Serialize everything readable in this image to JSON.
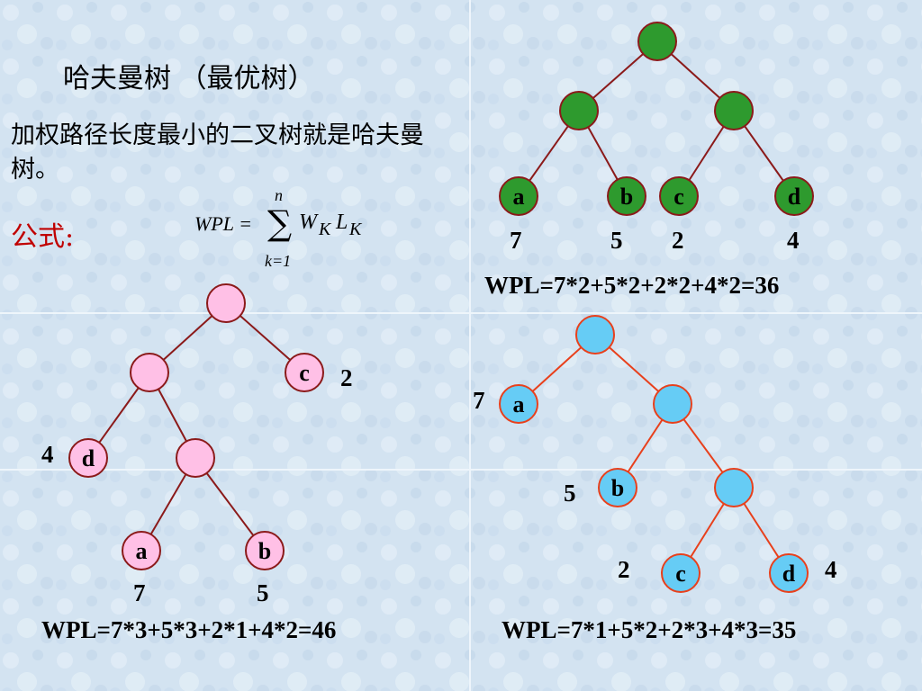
{
  "title": "哈夫曼树 （最优树）",
  "description": "加权路径长度最小的二叉树就是哈夫曼树。",
  "formula": {
    "label": "公式:",
    "lhs": "WPL =",
    "sum_top": "n",
    "sum_symbol": "∑",
    "sum_bottom": "k=1",
    "w": "W",
    "w_sub": "K",
    "l": "L",
    "l_sub": "K"
  },
  "trees": [
    {
      "id": "tree-green",
      "node_color": "#2e9a2e",
      "edge_color": "#8b1a1a",
      "leaves": [
        {
          "label": "a",
          "weight": "7"
        },
        {
          "label": "b",
          "weight": "5"
        },
        {
          "label": "c",
          "weight": "2"
        },
        {
          "label": "d",
          "weight": "4"
        }
      ],
      "wpl": "WPL=7*2+5*2+2*2+4*2=36"
    },
    {
      "id": "tree-pink",
      "node_color": "#ffc0e6",
      "edge_color": "#8b1a1a",
      "leaves": [
        {
          "label": "c",
          "weight": "2"
        },
        {
          "label": "d",
          "weight": "4"
        },
        {
          "label": "a",
          "weight": "7"
        },
        {
          "label": "b",
          "weight": "5"
        }
      ],
      "wpl": "WPL=7*3+5*3+2*1+4*2=46"
    },
    {
      "id": "tree-blue",
      "node_color": "#66ccf5",
      "edge_color": "#e8401c",
      "leaves": [
        {
          "label": "a",
          "weight": "7"
        },
        {
          "label": "b",
          "weight": "5"
        },
        {
          "label": "c",
          "weight": "2"
        },
        {
          "label": "d",
          "weight": "4"
        }
      ],
      "wpl": "WPL=7*1+5*2+2*3+4*3=35"
    }
  ]
}
